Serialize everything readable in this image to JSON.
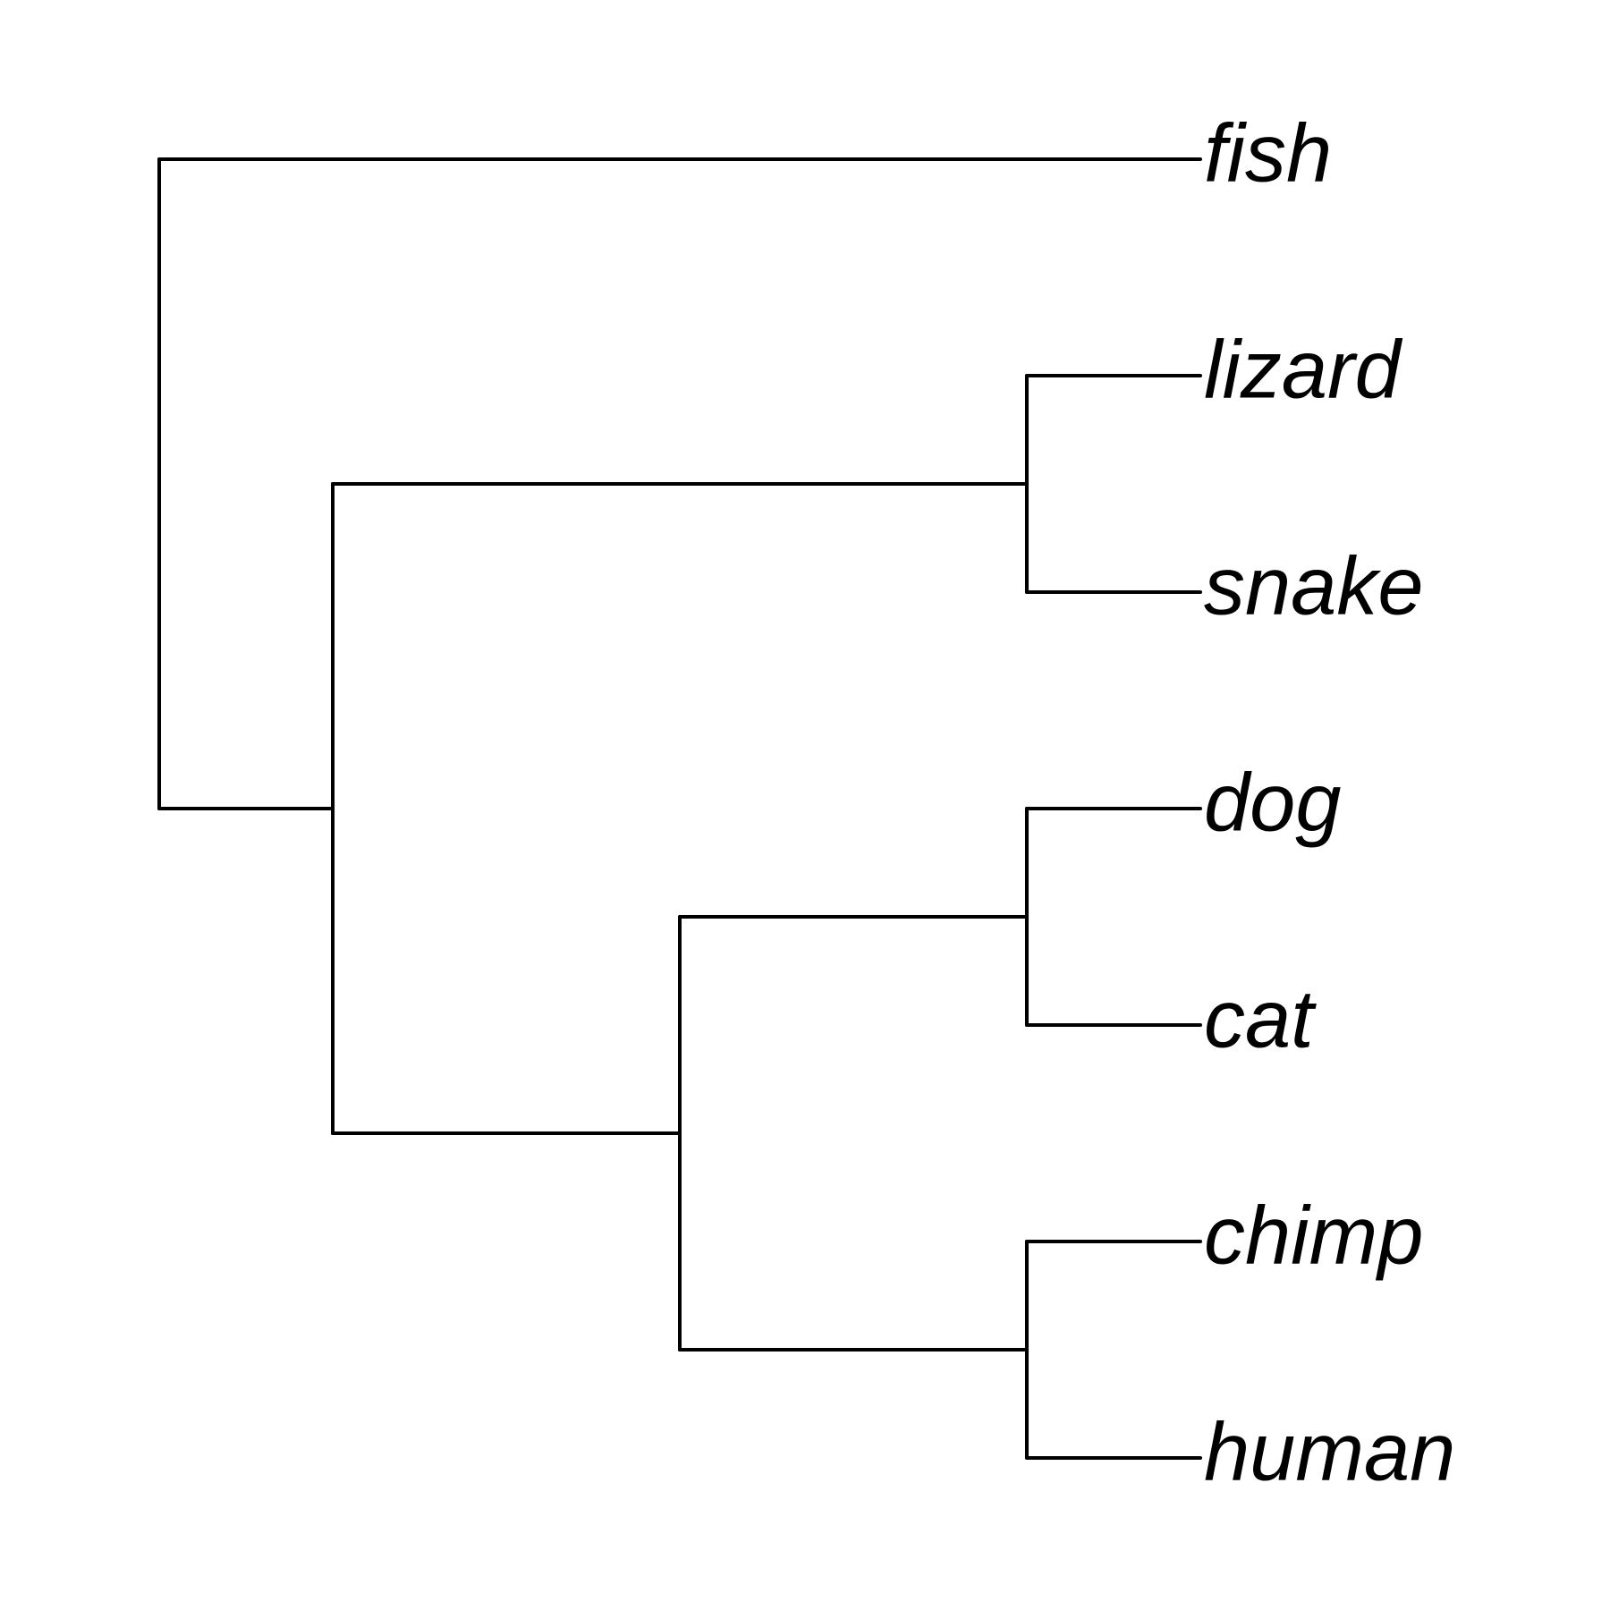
{
  "tree": {
    "line_color": "#000000",
    "text_color": "#000000",
    "leaves": [
      "fish",
      "lizard",
      "snake",
      "dog",
      "cat",
      "chimp",
      "human"
    ],
    "clades": [
      {
        "id": "reptiles",
        "children": [
          "lizard",
          "snake"
        ]
      },
      {
        "id": "carnivores",
        "children": [
          "dog",
          "cat"
        ]
      },
      {
        "id": "primates",
        "children": [
          "chimp",
          "human"
        ]
      },
      {
        "id": "mammals",
        "children": [
          "carnivores",
          "primates"
        ]
      },
      {
        "id": "amniotes",
        "children": [
          "reptiles",
          "mammals"
        ]
      },
      {
        "id": "root",
        "children": [
          "fish",
          "amniotes"
        ]
      }
    ],
    "depth": {
      "root": 0,
      "amniotes": 1,
      "mammals": 3,
      "reptiles": 5,
      "carnivores": 5,
      "primates": 5,
      "fish": 6,
      "lizard": 6,
      "snake": 6,
      "dog": 6,
      "cat": 6,
      "chimp": 6,
      "human": 6
    }
  }
}
